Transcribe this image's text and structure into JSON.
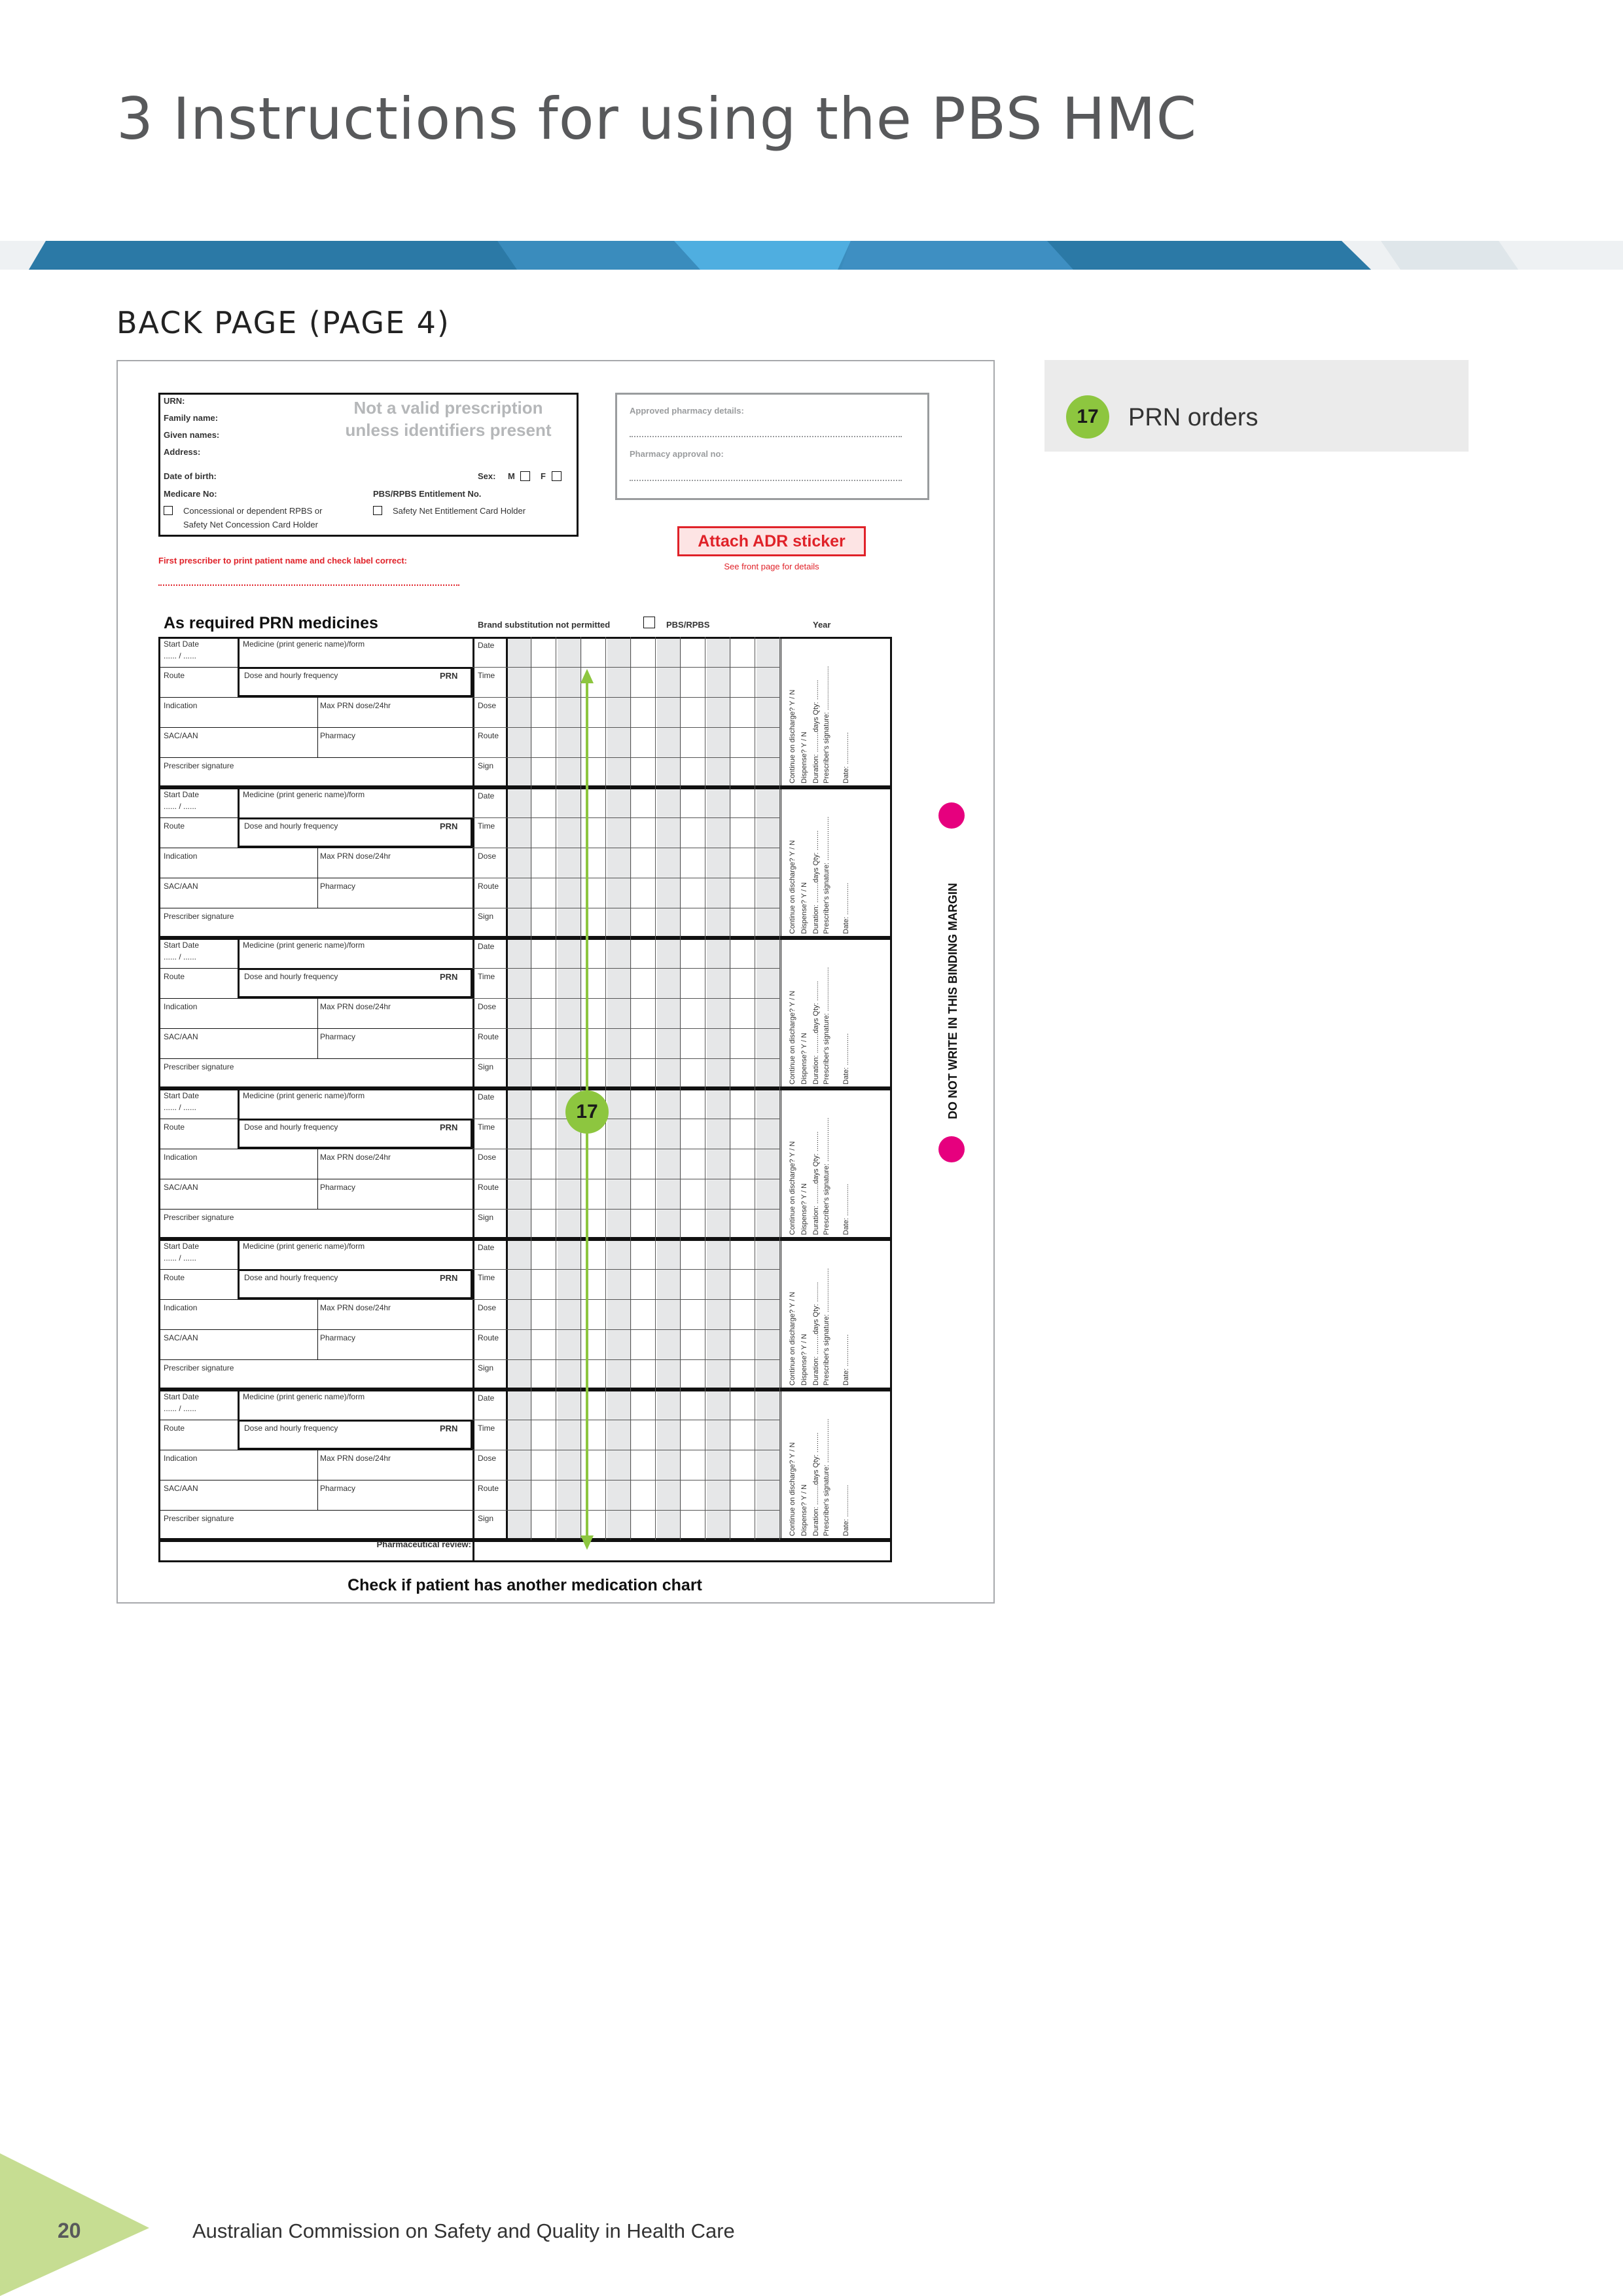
{
  "page": {
    "title": "3  Instructions for using the PBS HMC",
    "subheading": "BACK PAGE (PAGE 4)",
    "page_number": "20",
    "footer_text": "Australian Commission on Safety and Quality in Health Care"
  },
  "legend": {
    "number": "17",
    "label": "PRN orders"
  },
  "colors": {
    "accent_green": "#8dc63f",
    "banner_blue": "#2b79a6",
    "banner_light": "#4faee0",
    "alert_red": "#e02229",
    "binding_dot": "#e6007e"
  },
  "form": {
    "patient_box": {
      "urn": "URN:",
      "family_name": "Family name:",
      "given_names": "Given names:",
      "address": "Address:",
      "not_valid_line1": "Not a valid prescription",
      "not_valid_line2": "unless identifiers present",
      "dob": "Date of birth:",
      "sex": "Sex:",
      "sex_m": "M",
      "sex_f": "F",
      "medicare": "Medicare No:",
      "pbs_entitlement": "PBS/RPBS Entitlement No.",
      "concessional_line1": "Concessional or dependent RPBS or",
      "concessional_line2": "Safety Net Concession Card Holder",
      "safety_net": "Safety Net Entitlement Card Holder"
    },
    "pharmacy_box": {
      "approved_details": "Approved pharmacy details:",
      "approval_no": "Pharmacy approval no:"
    },
    "first_prescriber": "First prescriber to print patient name and check label correct:",
    "adr_sticker": "Attach ADR sticker",
    "adr_note": "See front page for details",
    "section_title": "As required PRN medicines",
    "brand_sub": "Brand substitution not permitted",
    "pbs_rpbs": "PBS/RPBS",
    "year": "Year",
    "row_labels": {
      "start_date": "Start Date",
      "date_blank": "...... / ......",
      "medicine": "Medicine (print generic name)/form",
      "route": "Route",
      "dose_freq": "Dose and hourly frequency",
      "prn": "PRN",
      "indication": "Indication",
      "max_prn": "Max PRN dose/24hr",
      "sac": "SAC/AAN",
      "pharmacy": "Pharmacy",
      "prescriber_sig": "Prescriber signature"
    },
    "admin_labels": [
      "Date",
      "Time",
      "Dose",
      "Route",
      "Sign"
    ],
    "side_lines": {
      "continue": "Continue on discharge?   Y  /  N",
      "dispense": "Dispense?          Y  /  N",
      "duration": "Duration: ..........days  Qty: ..........",
      "prescriber": "Prescriber's signature: ......................",
      "date": "Date: ................"
    },
    "side_lines_last": {
      "continue": "Continue on discharge?   Y / N",
      "dispense": "Dispense?     Y / N"
    },
    "pharm_review": "Pharmaceutical review:",
    "check_another": "Check if patient has another medication chart",
    "binding_margin": "DO NOT WRITE IN THIS BINDING MARGIN",
    "callout_number": "17"
  }
}
